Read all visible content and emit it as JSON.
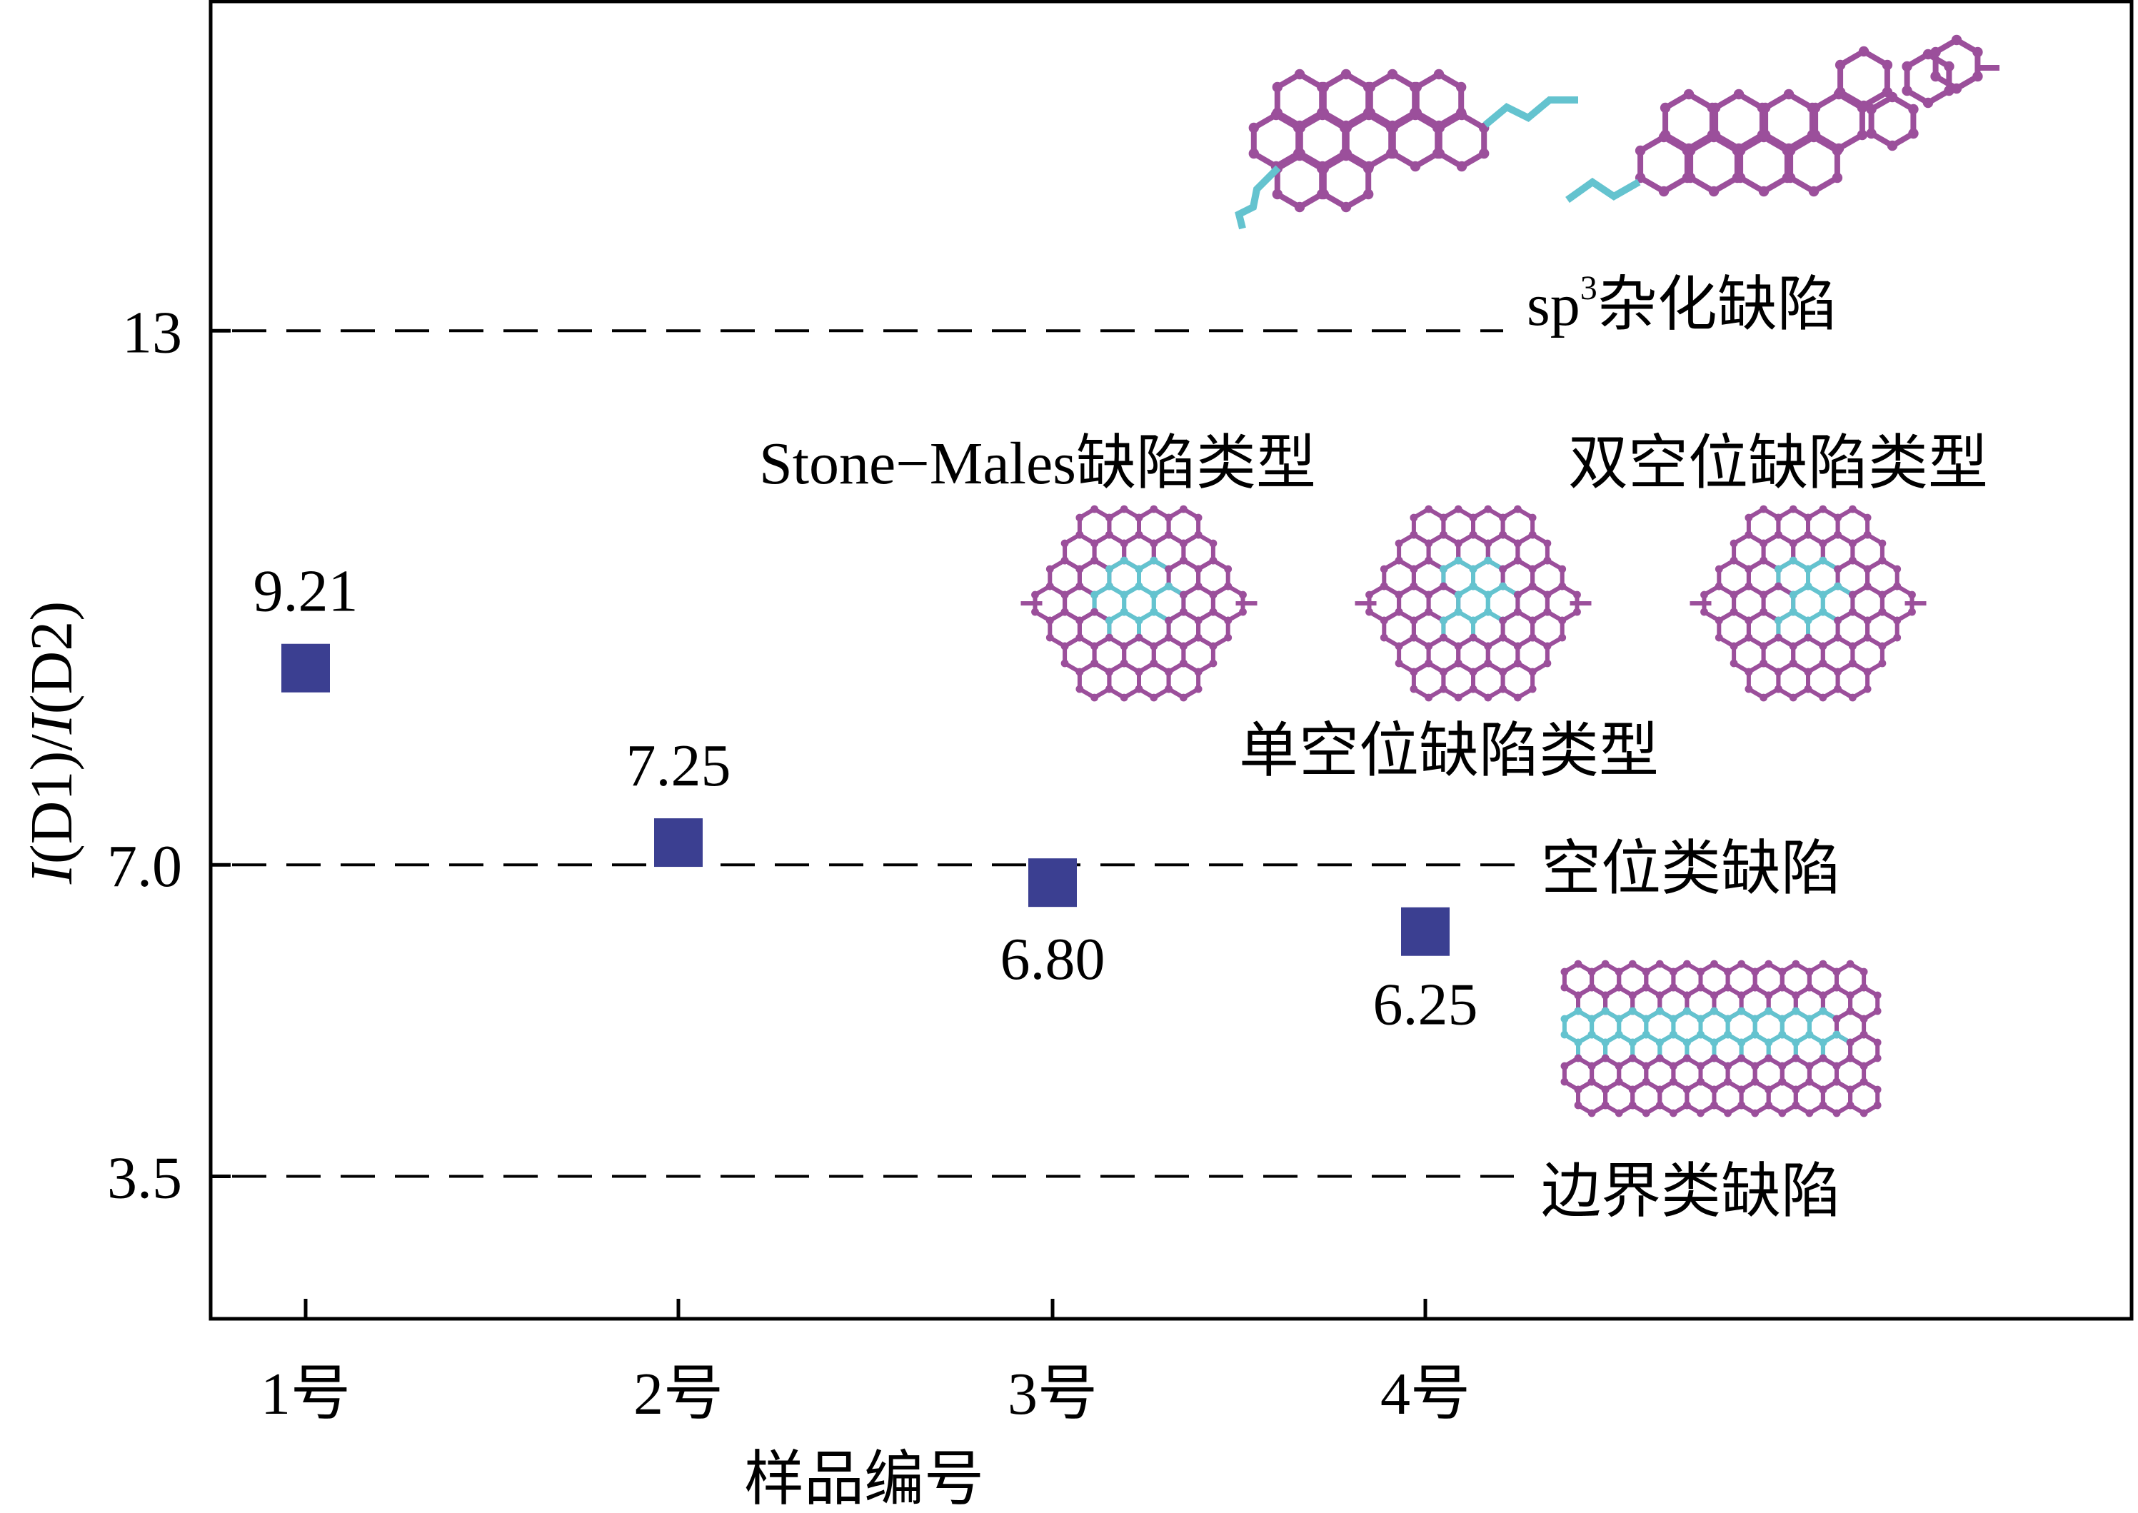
{
  "chart_data": {
    "type": "scatter",
    "categories": [
      "1号",
      "2号",
      "3号",
      "4号"
    ],
    "values": [
      9.21,
      7.25,
      6.8,
      6.25
    ],
    "point_labels": [
      "9.21",
      "7.25",
      "6.80",
      "6.25"
    ],
    "xlabel": "样品编号",
    "ylabel": {
      "i1": "I",
      "mid": "(D1)/",
      "i2": "I",
      "end": "(D2)"
    },
    "yticks": [
      {
        "value": 3.5,
        "label": "3.5"
      },
      {
        "value": 7.0,
        "label": "7.0"
      },
      {
        "value": 13,
        "label": "13"
      }
    ],
    "ylim": [
      1.9,
      16.7
    ],
    "grid": false,
    "point_color": "#3b3f91",
    "reference_lines": [
      {
        "value": 13,
        "label": {
          "main": "sp",
          "sup": "3",
          "rest": "杂化缺陷"
        }
      },
      {
        "value": 7.0,
        "label": "空位类缺陷"
      },
      {
        "value": 3.5,
        "label": "边界类缺陷"
      }
    ],
    "annotations": {
      "stone_males": "Stone−Males缺陷类型",
      "double_vacancy": "双空位缺陷类型",
      "single_vacancy": "单空位缺陷类型"
    }
  },
  "colors": {
    "atom_purple": "#9b4f9b",
    "atom_cyan": "#64c3cf"
  }
}
